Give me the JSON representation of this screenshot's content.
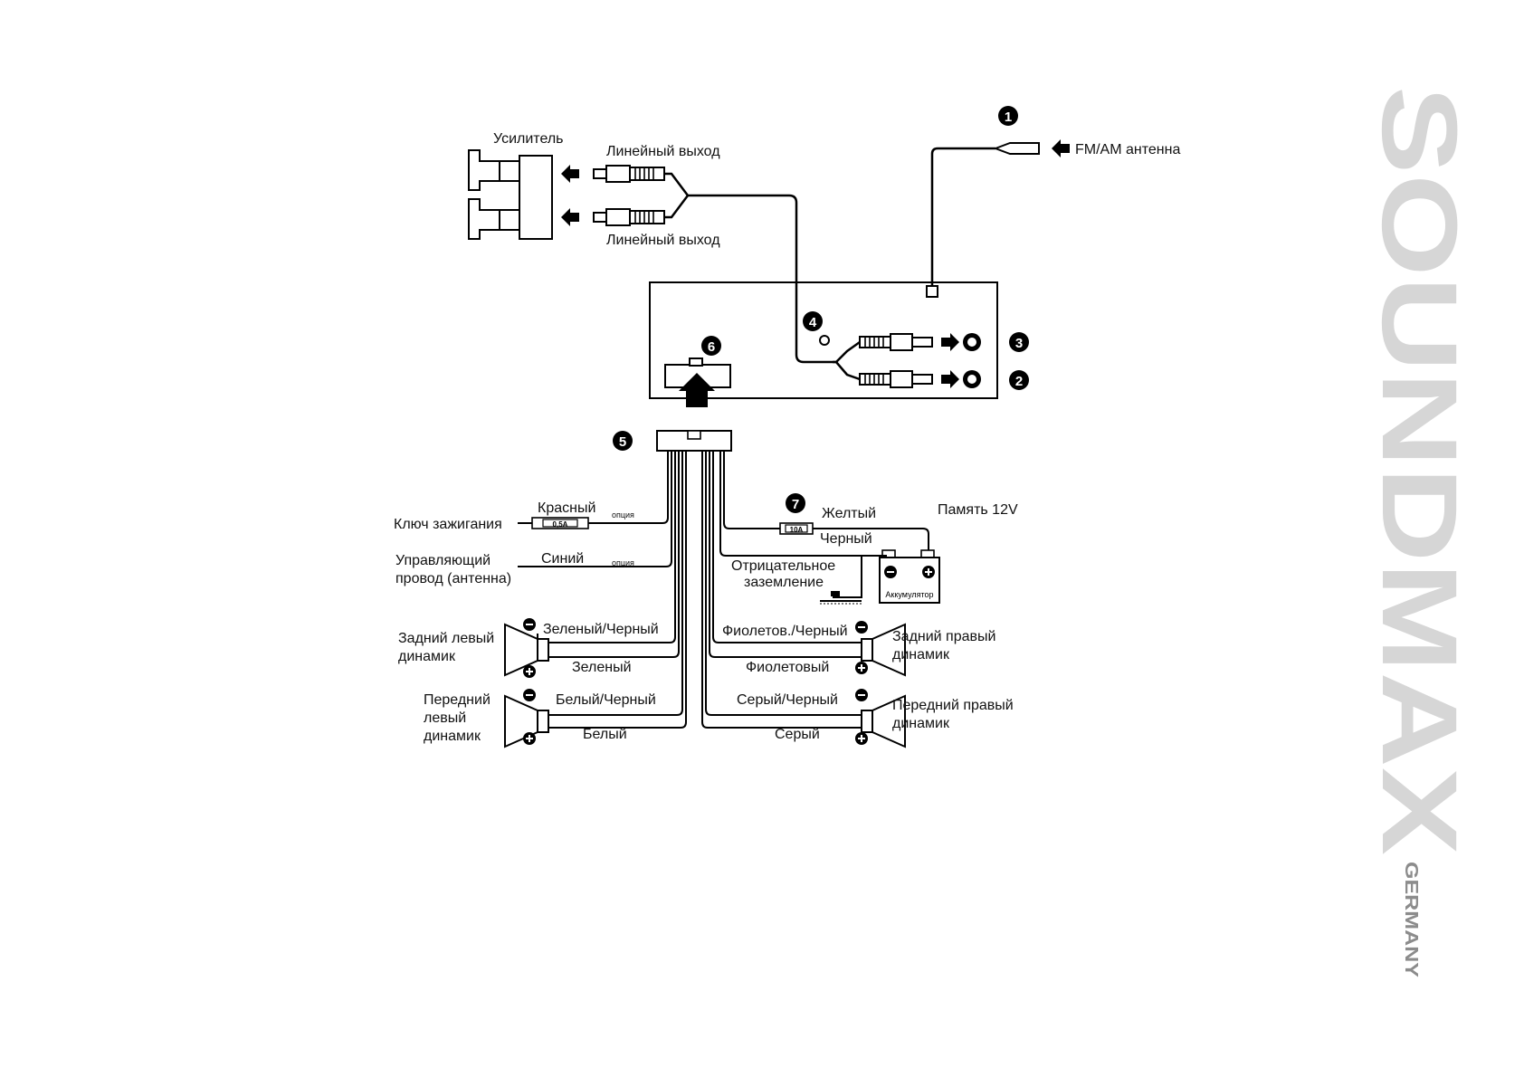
{
  "brand": {
    "name": "SOUNDMAX",
    "sub": "GERMANY",
    "color": "#d6d6d6",
    "sub_color": "#8c8c8c"
  },
  "markers": [
    "1",
    "2",
    "3",
    "4",
    "5",
    "6",
    "7"
  ],
  "top": {
    "amplifier": "Усилитель",
    "line_out_1": "Линейный выход",
    "line_out_2": "Линейный выход",
    "antenna": "FM/AM антенна"
  },
  "harness": {
    "ignition": "Ключ зажигания",
    "red": "Красный",
    "fuse_small": "0,5A",
    "option_1": "опция",
    "control_1": "Управляющий",
    "control_2": "провод (антенна)",
    "blue": "Синий",
    "option_2": "опция",
    "yellow": "Желтый",
    "fuse_big": "10A",
    "memory": "Память 12V",
    "black": "Черный",
    "neg_1": "Отрицательное",
    "neg_2": "заземление",
    "battery": "Аккумулятор"
  },
  "speakers": {
    "rl_1": "Задний левый",
    "rl_2": "динамик",
    "rl_neg": "Зеленый/Черный",
    "rl_pos": "Зеленый",
    "fl_1": "Передний",
    "fl_2": "левый",
    "fl_3": "динамик",
    "fl_neg": "Белый/Черный",
    "fl_pos": "Белый",
    "rr_neg": "Фиолетов./Черный",
    "rr_pos": "Фиолетовый",
    "rr_1": "Задний правый",
    "rr_2": "динамик",
    "fr_neg": "Серый/Черный",
    "fr_pos": "Серый",
    "fr_1": "Передний правый",
    "fr_2": "динамик"
  }
}
